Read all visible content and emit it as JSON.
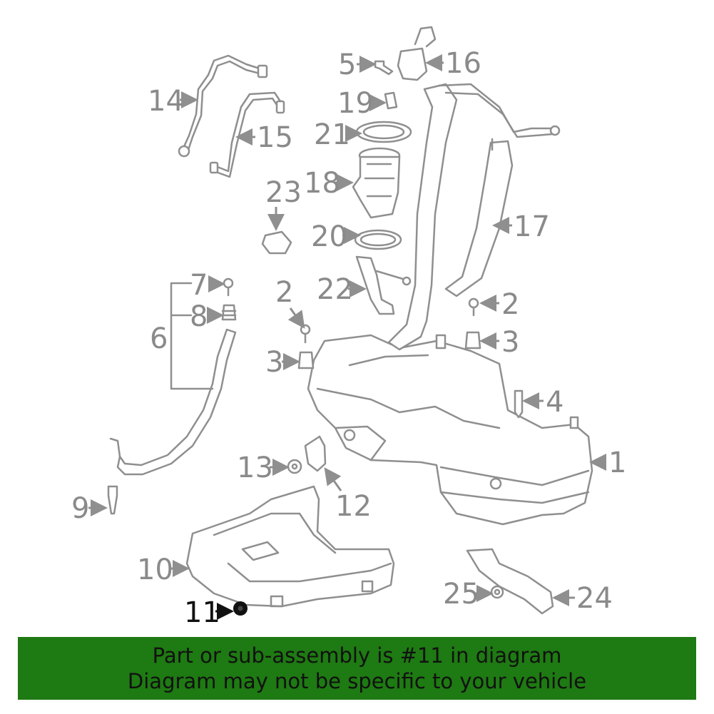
{
  "callouts": [
    {
      "id": "1",
      "text": "1"
    },
    {
      "id": "2a",
      "text": "2"
    },
    {
      "id": "2b",
      "text": "2"
    },
    {
      "id": "3a",
      "text": "3"
    },
    {
      "id": "3b",
      "text": "3"
    },
    {
      "id": "4",
      "text": "4"
    },
    {
      "id": "5",
      "text": "5"
    },
    {
      "id": "6",
      "text": "6"
    },
    {
      "id": "7",
      "text": "7"
    },
    {
      "id": "8",
      "text": "8"
    },
    {
      "id": "9",
      "text": "9"
    },
    {
      "id": "10",
      "text": "10"
    },
    {
      "id": "11",
      "text": "11"
    },
    {
      "id": "12",
      "text": "12"
    },
    {
      "id": "13",
      "text": "13"
    },
    {
      "id": "14",
      "text": "14"
    },
    {
      "id": "15",
      "text": "15"
    },
    {
      "id": "16",
      "text": "16"
    },
    {
      "id": "17",
      "text": "17"
    },
    {
      "id": "18",
      "text": "18"
    },
    {
      "id": "19",
      "text": "19"
    },
    {
      "id": "20",
      "text": "20"
    },
    {
      "id": "21",
      "text": "21"
    },
    {
      "id": "22",
      "text": "22"
    },
    {
      "id": "23",
      "text": "23"
    },
    {
      "id": "24",
      "text": "24"
    },
    {
      "id": "25",
      "text": "25"
    }
  ],
  "highlighted_part": "11",
  "banner": {
    "line1": "Part or sub-assembly is #11 in diagram",
    "line2": "Diagram may not be specific to your vehicle"
  },
  "colors": {
    "banner_bg": "#1e7a12",
    "line_art": "#8f8f8f",
    "highlight": "#111111"
  }
}
